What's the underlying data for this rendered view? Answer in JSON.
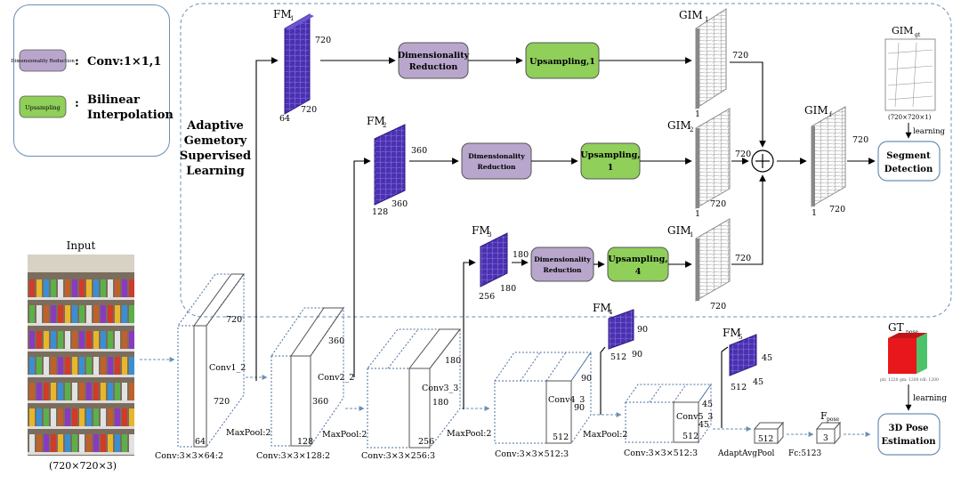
{
  "legend": {
    "dr_chip": "Dimensionality Reduction",
    "dr_desc": "Conv:1×1,1",
    "up_chip": "Upsampling",
    "up_desc_line1": "Bilinear",
    "up_desc_line2": "Interpolation",
    "colon": ":"
  },
  "agsl": {
    "line1": "Adaptive",
    "line2": "Gemetory",
    "line3": "Supervised",
    "line4": "Learning"
  },
  "input": {
    "title": "Input",
    "size": "(720×720×3)"
  },
  "fm": [
    {
      "name": "FM",
      "sub": "1",
      "h": "720",
      "w": "720",
      "c": "64"
    },
    {
      "name": "FM",
      "sub": "2",
      "h": "360",
      "w": "360",
      "c": "128"
    },
    {
      "name": "FM",
      "sub": "3",
      "h": "180",
      "w": "180",
      "c": "256"
    },
    {
      "name": "FM",
      "sub": "4",
      "h": "90",
      "w": "90",
      "c": "512"
    },
    {
      "name": "FM",
      "sub": "5",
      "h": "45",
      "w": "45",
      "c": "512"
    }
  ],
  "dr_label_line1": "Dimensionality",
  "dr_label_line2": "Reduction",
  "up": [
    {
      "line1": "Upsampling,1",
      "line2": ""
    },
    {
      "line1": "Upsampling,",
      "line2": "1"
    },
    {
      "line1": "Upsampling,",
      "line2": "4"
    }
  ],
  "gim": [
    {
      "name": "GIM",
      "sub": "1",
      "size": "720",
      "depth": "1"
    },
    {
      "name": "GIM",
      "sub": "2",
      "size": "720",
      "depth": "1"
    },
    {
      "name": "GIM",
      "sub": "1",
      "size": "720",
      "depth": "720"
    }
  ],
  "gim_f": {
    "name": "GIM",
    "sub": "f",
    "size": "720",
    "depth": "1",
    "w": "720"
  },
  "gim_gt": {
    "name": "GIM",
    "sub": "gt",
    "size": "(720×720×1)",
    "learning": "learning"
  },
  "segment": {
    "line1": "Segment",
    "line2": "Detection"
  },
  "gt_pose": {
    "name": "GT",
    "sub": "pose",
    "caption": "pit: 1220 gm: 1200 rdl: 1200",
    "learning": "learning"
  },
  "pose_est": {
    "line1": "3D Pose",
    "line2": "Estimation"
  },
  "blocks": [
    {
      "conv": "Conv:3×3×64:2",
      "inner": "Conv1_2",
      "size": "720",
      "depth": "64",
      "pool": "MaxPool:2"
    },
    {
      "conv": "Conv:3×3×128:2",
      "inner": "Conv2_2",
      "size": "360",
      "depth": "128",
      "pool": "MaxPool:2"
    },
    {
      "conv": "Conv:3×3×256:3",
      "inner": "Conv3_3",
      "size": "180",
      "depth": "256",
      "pool": "MaxPool:2"
    },
    {
      "conv": "Conv:3×3×512:3",
      "inner": "Conv4_3",
      "size": "90",
      "depth": "512",
      "pool": "MaxPool:2"
    },
    {
      "conv": "Conv:3×3×512:3",
      "inner": "Conv5_3",
      "size": "45",
      "depth": "512",
      "pool": ""
    }
  ],
  "adapt_pool": {
    "label": "AdaptAvgPool",
    "val": "512"
  },
  "fc": {
    "label": "Fc:5123",
    "name": "F",
    "sub": "pose",
    "val": "3"
  },
  "colors": {
    "fm": "#4a2fb0",
    "dr": "#b8a6cc",
    "up": "#8fcf5a",
    "frame": "#6a8fb3"
  }
}
